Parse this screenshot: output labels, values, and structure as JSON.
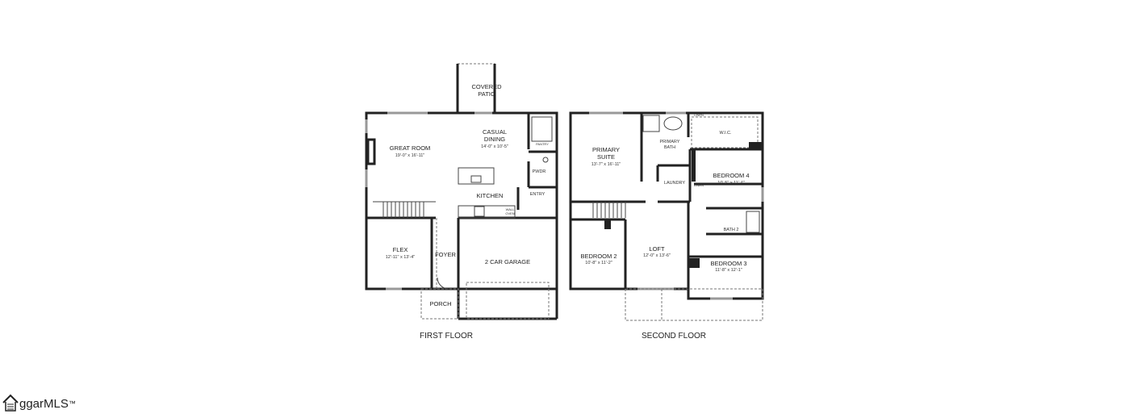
{
  "first_floor": {
    "caption": "FIRST FLOOR",
    "rooms": [
      {
        "name": "COVERED",
        "name2": "PATIO"
      },
      {
        "name": "GREAT ROOM",
        "dim": "19'-0\" x 16'-11\""
      },
      {
        "name": "CASUAL",
        "name2": "DINING",
        "dim": "14'-0\" x 10'-5\""
      },
      {
        "name": "PANTRY"
      },
      {
        "name": "PWDR"
      },
      {
        "name": "KITCHEN"
      },
      {
        "name": "ENTRY"
      },
      {
        "name": "WALL",
        "name2": "OVEN"
      },
      {
        "name": "FLEX",
        "dim": "12'-11\" x 13'-4\""
      },
      {
        "name": "FOYER"
      },
      {
        "name": "2 CAR GARAGE"
      },
      {
        "name": "PORCH"
      }
    ]
  },
  "second_floor": {
    "caption": "SECOND FLOOR",
    "rooms": [
      {
        "name": "PRIMARY",
        "name2": "SUITE",
        "dim": "13'-7\" x 16'-11\""
      },
      {
        "name": "PRIMARY",
        "name2": "BATH"
      },
      {
        "name": "W.I.C."
      },
      {
        "name": "LINEN"
      },
      {
        "name": "BEDROOM 4",
        "dim": "10'-5\" x 11'-4\""
      },
      {
        "name": "LAUNDRY"
      },
      {
        "name": "LINEN"
      },
      {
        "name": "BATH 2"
      },
      {
        "name": "LOFT",
        "dim": "12'-0\" x 13'-6\""
      },
      {
        "name": "BEDROOM 2",
        "dim": "10'-8\" x 11'-2\""
      },
      {
        "name": "BEDROOM 3",
        "dim": "11'-8\" x 12'-1\""
      }
    ]
  },
  "watermark": {
    "text": "ggarMLS",
    "tm": "™",
    "icon": "house-icon"
  }
}
